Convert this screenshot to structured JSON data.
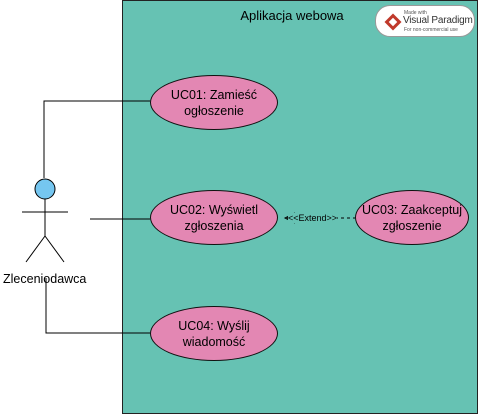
{
  "system": {
    "title": "Aplikacja webowa"
  },
  "badge": {
    "small": "Made with",
    "main": "Visual Paradigm",
    "sub": "For non-commercial use"
  },
  "actor": {
    "name": "Zleceniodawca"
  },
  "use_cases": [
    {
      "id": "uc01",
      "label": "UC01: Zamieść\nogłoszenie"
    },
    {
      "id": "uc02",
      "label": "UC02: Wyświetl\nzgłoszenia"
    },
    {
      "id": "uc03",
      "label": "UC03: Zaakceptuj\nzgłoszenie"
    },
    {
      "id": "uc04",
      "label": "UC04: Wyślij\nwiadomość"
    }
  ],
  "relations": {
    "extend_label": "<<Extend>>"
  },
  "colors": {
    "system": "#66c2b3",
    "use_case": "#e387b3",
    "actor_head": "#75c6f0"
  }
}
